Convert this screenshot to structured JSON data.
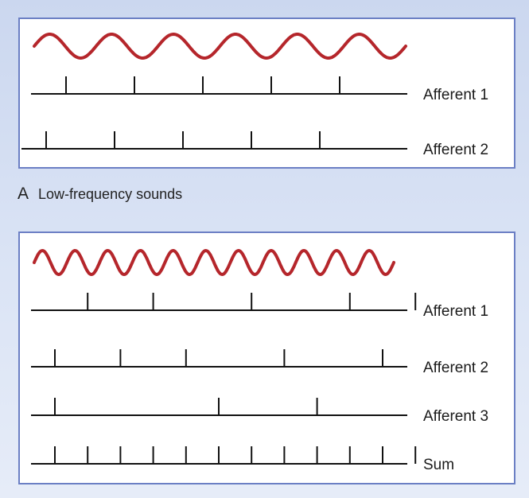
{
  "colors": {
    "wave": "#b5262b",
    "frame": "#6b7fc4",
    "line": "#111111"
  },
  "panel_a": {
    "wave_cycles": 6,
    "rows": [
      {
        "label": "Afferent 1",
        "spikes": [
          0,
          1,
          2,
          3,
          4
        ]
      },
      {
        "label": "Afferent 2",
        "spikes": [
          0,
          1,
          2,
          3,
          4
        ]
      }
    ]
  },
  "caption": {
    "letter": "A",
    "text": "Low-frequency sounds"
  },
  "panel_b": {
    "wave_cycles": 11,
    "rows": [
      {
        "label": "Afferent 1",
        "spikes": [
          1,
          3,
          6,
          9,
          11
        ]
      },
      {
        "label": "Afferent 2",
        "spikes": [
          0,
          2,
          4,
          7,
          10
        ]
      },
      {
        "label": "Afferent 3",
        "spikes": [
          0,
          5,
          8
        ]
      },
      {
        "label": "Sum",
        "spikes": [
          0,
          1,
          2,
          3,
          4,
          5,
          6,
          7,
          8,
          9,
          10,
          11
        ]
      }
    ]
  }
}
